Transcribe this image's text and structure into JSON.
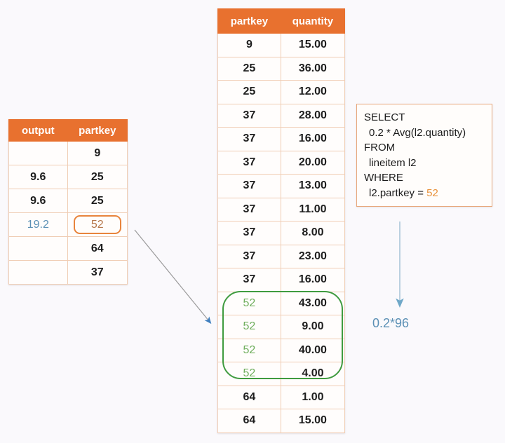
{
  "background_color": "#faf9fc",
  "accent_color": "#e8712f",
  "highlight_color": "#3f9b3f",
  "blue_color": "#5b90b5",
  "output_table": {
    "name": "output-table",
    "headers": [
      "output",
      "partkey"
    ],
    "rows": [
      {
        "output": "",
        "partkey": "9",
        "output_style": "plain",
        "partkey_style": "plain"
      },
      {
        "output": "9.6",
        "partkey": "25",
        "output_style": "plain",
        "partkey_style": "plain"
      },
      {
        "output": "9.6",
        "partkey": "25",
        "output_style": "plain",
        "partkey_style": "plain"
      },
      {
        "output": "19.2",
        "partkey": "52",
        "output_style": "blue",
        "partkey_style": "boxed"
      },
      {
        "output": "",
        "partkey": "64",
        "output_style": "plain",
        "partkey_style": "plain"
      },
      {
        "output": "",
        "partkey": "37",
        "output_style": "plain",
        "partkey_style": "plain"
      }
    ]
  },
  "lineitem_table": {
    "name": "lineitem-table",
    "headers": [
      "partkey",
      "quantity"
    ],
    "rows": [
      {
        "partkey": "9",
        "quantity": "15.00",
        "match": false
      },
      {
        "partkey": "25",
        "quantity": "36.00",
        "match": false
      },
      {
        "partkey": "25",
        "quantity": "12.00",
        "match": false
      },
      {
        "partkey": "37",
        "quantity": "28.00",
        "match": false
      },
      {
        "partkey": "37",
        "quantity": "16.00",
        "match": false
      },
      {
        "partkey": "37",
        "quantity": "20.00",
        "match": false
      },
      {
        "partkey": "37",
        "quantity": "13.00",
        "match": false
      },
      {
        "partkey": "37",
        "quantity": "11.00",
        "match": false
      },
      {
        "partkey": "37",
        "quantity": "8.00",
        "match": false
      },
      {
        "partkey": "37",
        "quantity": "23.00",
        "match": false
      },
      {
        "partkey": "37",
        "quantity": "16.00",
        "match": false
      },
      {
        "partkey": "52",
        "quantity": "43.00",
        "match": true
      },
      {
        "partkey": "52",
        "quantity": "9.00",
        "match": true
      },
      {
        "partkey": "52",
        "quantity": "40.00",
        "match": true
      },
      {
        "partkey": "52",
        "quantity": "4.00",
        "match": true
      },
      {
        "partkey": "64",
        "quantity": "1.00",
        "match": false
      },
      {
        "partkey": "64",
        "quantity": "15.00",
        "match": false
      }
    ]
  },
  "sql_box": {
    "line1": "SELECT",
    "line2": "0.2 * Avg(l2.quantity)",
    "line3": "FROM",
    "line4": "lineitem l2",
    "line5": "WHERE",
    "line6_prefix": "l2.partkey = ",
    "line6_value": "52"
  },
  "annotations": {
    "result_label": "0.2*96",
    "flow_arrow_color": "#3f7fbf",
    "flow_line_color": "#9a9a9a",
    "down_arrow_color": "#6fa8c8"
  }
}
